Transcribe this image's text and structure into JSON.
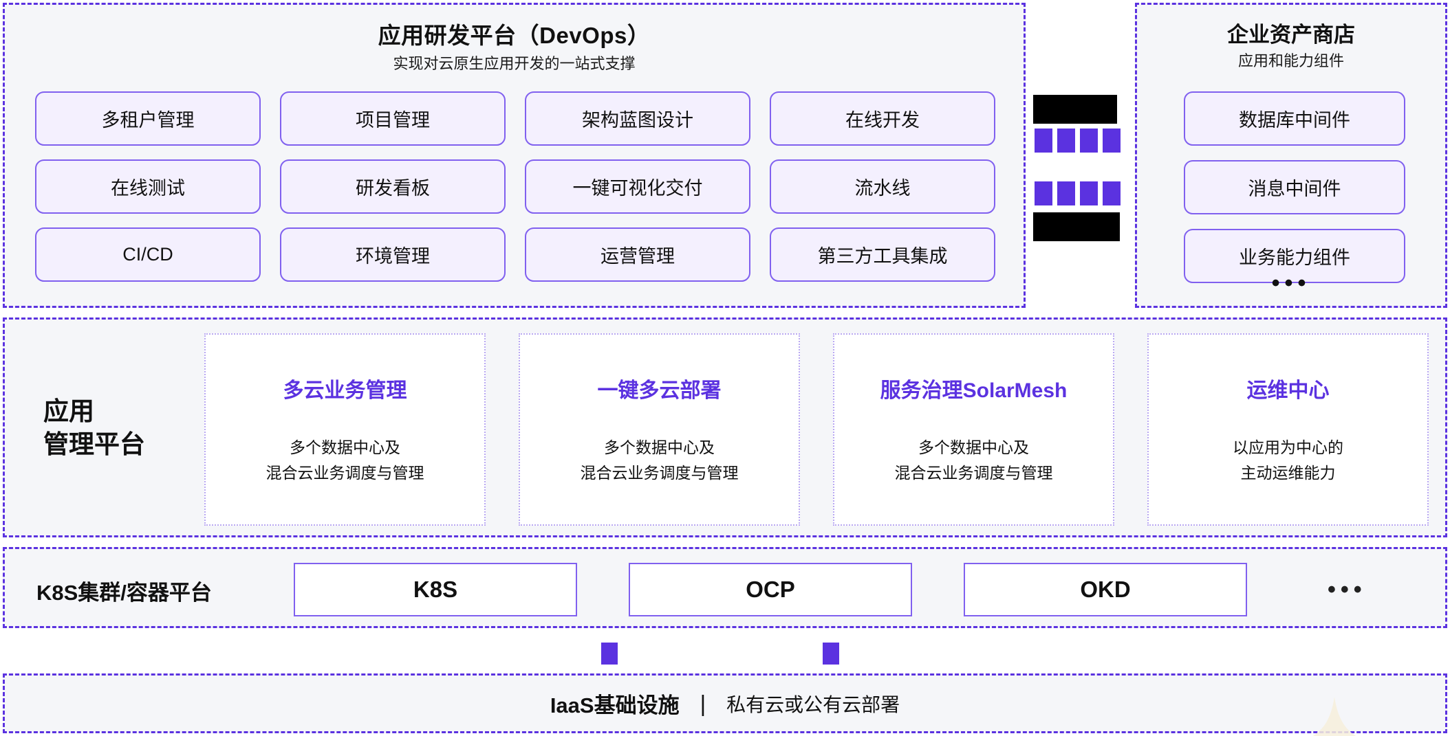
{
  "theme": {
    "accent": "#5b32e0",
    "chip_fill": "#f4f0fe",
    "chip_border": "#8060ef",
    "panel_bg": "#f5f6f9",
    "panel_border": "#5b32e0",
    "card_border": "#b9a8f2",
    "text": "#111111"
  },
  "devops": {
    "title": "应用研发平台（DevOps）",
    "subtitle": "实现对云原生应用开发的一站式支撑",
    "chips": [
      "多租户管理",
      "项目管理",
      "架构蓝图设计",
      "在线开发",
      "在线测试",
      "研发看板",
      "一键可视化交付",
      "流水线",
      "CI/CD",
      "环境管理",
      "运营管理",
      "第三方工具集成"
    ]
  },
  "connector": {
    "redacted_label_top": "",
    "redacted_label_bottom": "",
    "squares_per_row": 4,
    "rows": 2
  },
  "assets": {
    "title": "企业资产商店",
    "subtitle": "应用和能力组件",
    "items": [
      "数据库中间件",
      "消息中间件",
      "业务能力组件"
    ],
    "ellipsis": "•••"
  },
  "app_management": {
    "label": "应用\n管理平台",
    "cards": [
      {
        "title": "多云业务管理",
        "desc": "多个数据中心及\n混合云业务调度与管理"
      },
      {
        "title": "一键多云部署",
        "desc": "多个数据中心及\n混合云业务调度与管理"
      },
      {
        "title": "服务治理SolarMesh",
        "desc": "多个数据中心及\n混合云业务调度与管理"
      },
      {
        "title": "运维中心",
        "desc": "以应用为中心的\n主动运维能力"
      }
    ]
  },
  "k8s": {
    "label": "K8S集群/容器平台",
    "items": [
      "K8S",
      "OCP",
      "OKD"
    ],
    "ellipsis": "•••"
  },
  "iaas": {
    "title": "IaaS基础设施",
    "separator": "|",
    "description": "私有云或公有云部署"
  }
}
